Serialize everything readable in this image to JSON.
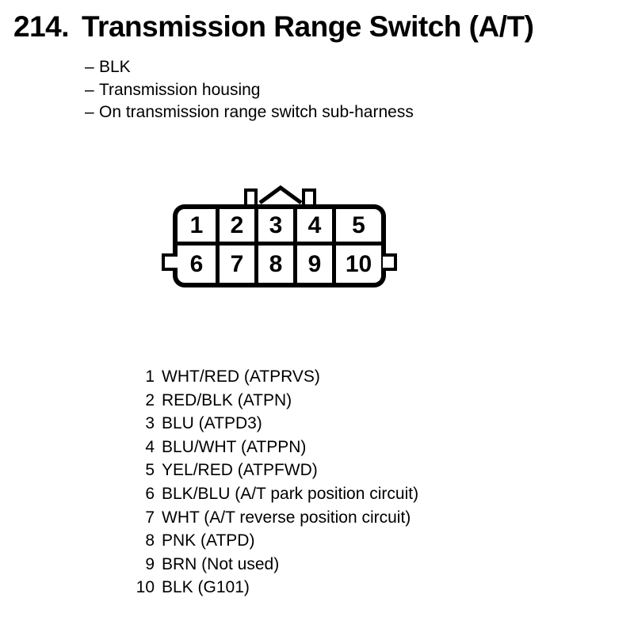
{
  "page": {
    "paper_color": "#ffffff",
    "ink_color": "#000000"
  },
  "title": {
    "number": "214.",
    "text": "Transmission Range Switch (A/T)"
  },
  "bullets": {
    "dash": "–",
    "items": [
      "BLK",
      "Transmission housing",
      "On transmission range switch sub-harness"
    ]
  },
  "connector": {
    "rows": 2,
    "columns": 5,
    "pins": [
      "1",
      "2",
      "3",
      "4",
      "5",
      "6",
      "7",
      "8",
      "9",
      "10"
    ]
  },
  "pin_list": [
    {
      "num": "1",
      "label": "WHT/RED (ATPRVS)"
    },
    {
      "num": "2",
      "label": "RED/BLK (ATPN)"
    },
    {
      "num": "3",
      "label": "BLU (ATPD3)"
    },
    {
      "num": "4",
      "label": "BLU/WHT (ATPPN)"
    },
    {
      "num": "5",
      "label": "YEL/RED (ATPFWD)"
    },
    {
      "num": "6",
      "label": "BLK/BLU (A/T park position circuit)"
    },
    {
      "num": "7",
      "label": "WHT (A/T reverse position circuit)"
    },
    {
      "num": "8",
      "label": "PNK (ATPD)"
    },
    {
      "num": "9",
      "label": "BRN (Not used)"
    },
    {
      "num": "10",
      "label": "BLK (G101)"
    }
  ]
}
